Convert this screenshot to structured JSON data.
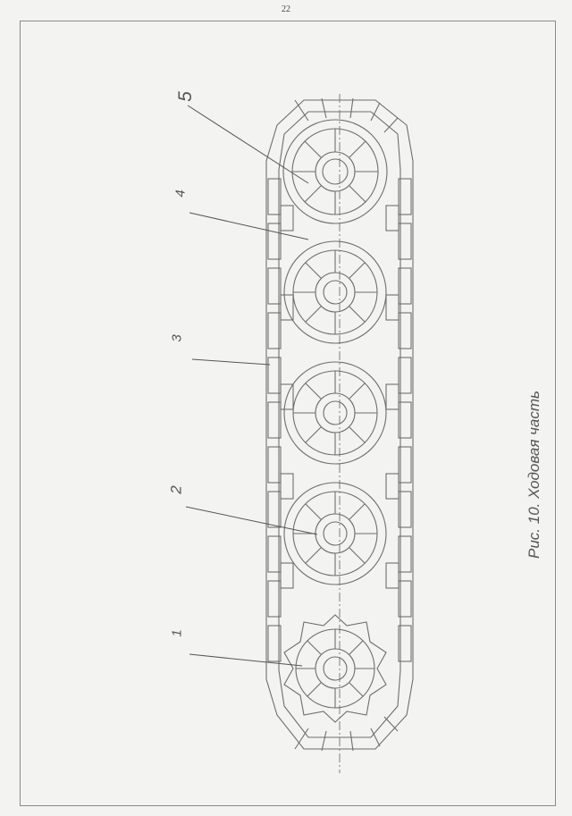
{
  "page": {
    "number": "22"
  },
  "figure": {
    "caption": "Рис. 10. Ходовая часть",
    "callouts": [
      "1",
      "2",
      "3",
      "4",
      "5"
    ]
  }
}
